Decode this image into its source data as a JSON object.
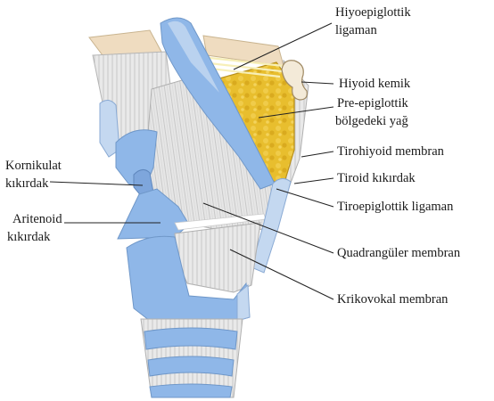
{
  "colors": {
    "cartilage_blue": "#8fb7e8",
    "cartilage_light": "#c4d8f0",
    "membrane_gray": "#e4e4e4",
    "membrane_stripe": "#bfbfbf",
    "fat_yellow": "#e8be2e",
    "fat_dark": "#c99a10",
    "hyoid_tan": "#efdcc0",
    "bone_cream": "#f3ead8",
    "ligament": "#fbf6d6",
    "line_color": "#222222"
  },
  "labels": {
    "hiyoepiglottik_1": "Hiyoepiglottik",
    "hiyoepiglottik_2": "ligaman",
    "hiyoid": "Hiyoid kemik",
    "preepiglottik_1": "Pre-epiglottik",
    "preepiglottik_2": "bölgedeki yağ",
    "tirohiyoid": "Tirohiyoid membran",
    "tiroid": "Tiroid kıkırdak",
    "tiroepiglottik": "Tiroepiglottik ligaman",
    "kornikulat_1": "Kornikulat",
    "kornikulat_2": "kıkırdak",
    "aritenoid_1": "Aritenoid",
    "aritenoid_2": "kıkırdak",
    "quadrangular": "Quadrangüler membran",
    "krikovokal": "Krikovokal membran"
  }
}
